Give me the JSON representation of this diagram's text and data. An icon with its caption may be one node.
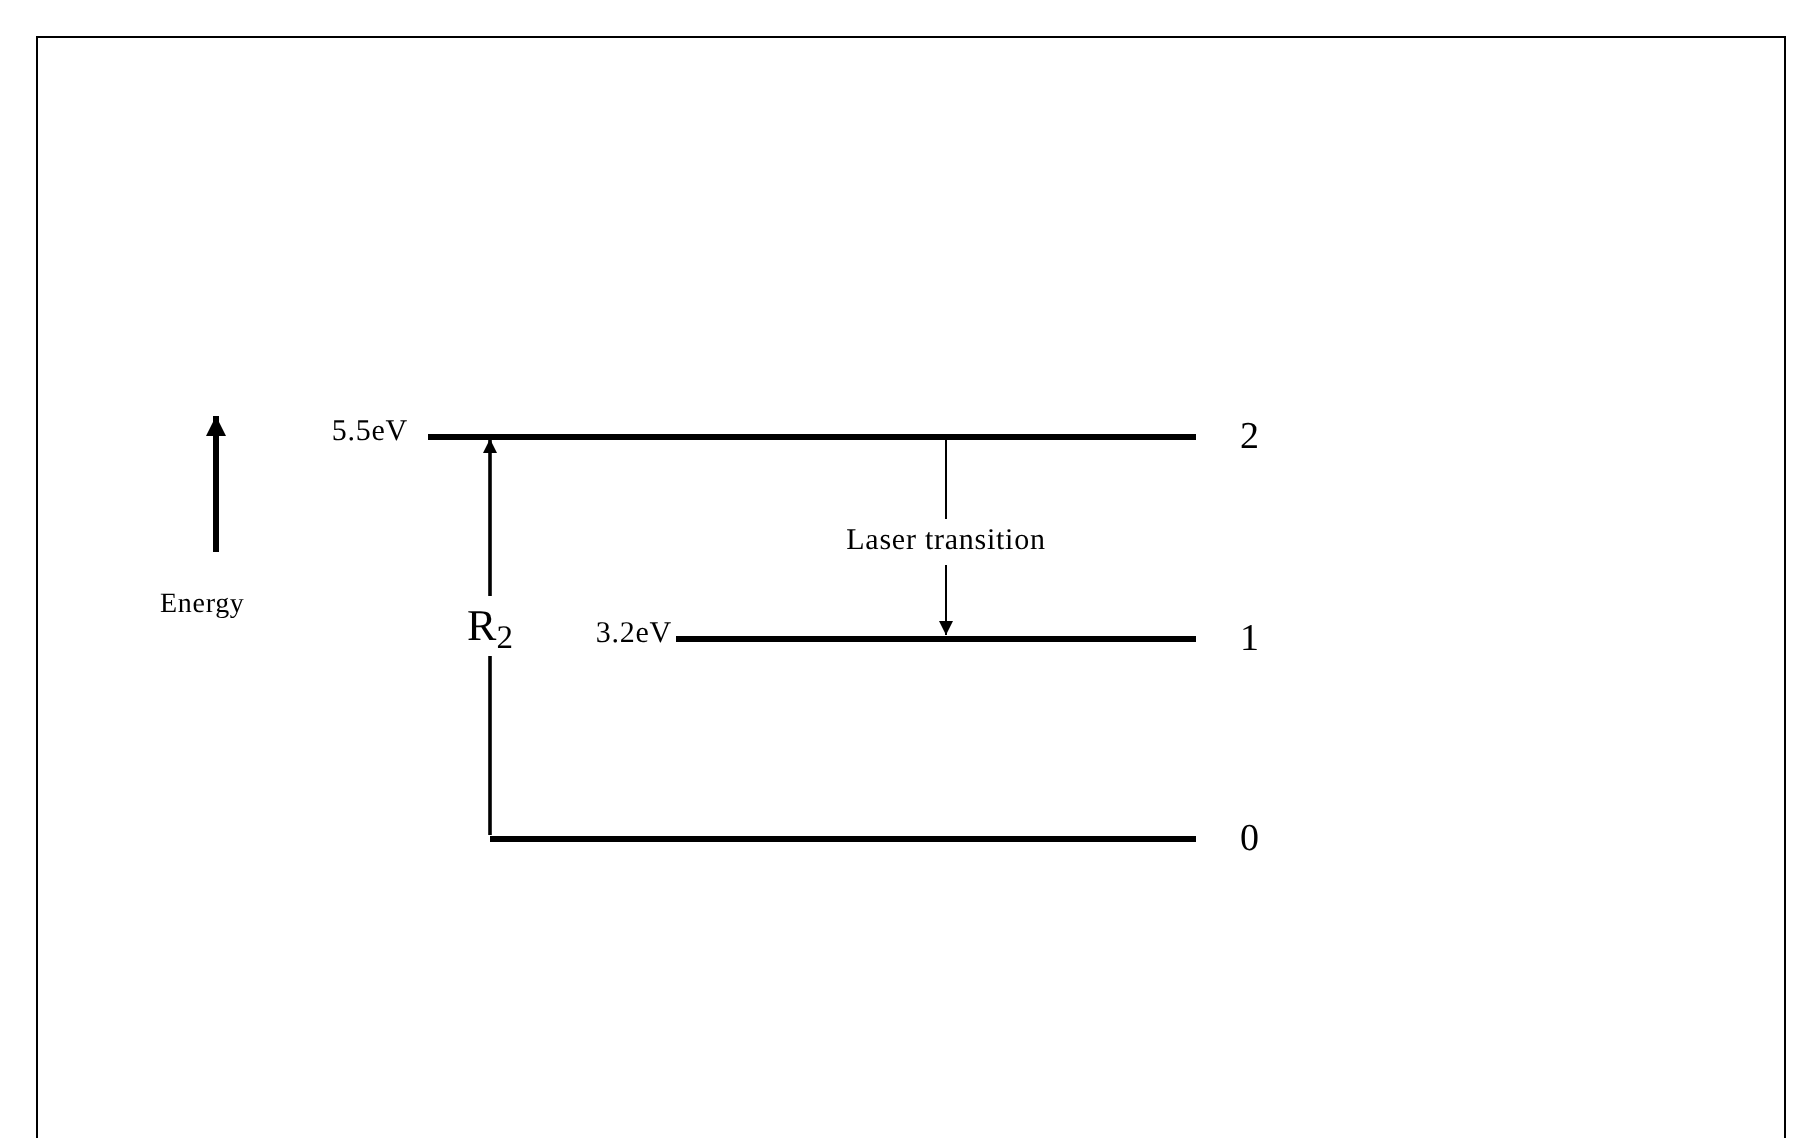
{
  "diagram": {
    "nodes": [
      {
        "text": [],
        "shape": "bar",
        "beside": [
          "5.5eV",
          "2"
        ]
      },
      {
        "text": [],
        "shape": "bar",
        "beside": [
          "3.2eV",
          "1"
        ]
      },
      {
        "text": [],
        "shape": "bar",
        "beside": [
          "0"
        ]
      }
    ],
    "edges": [
      {
        "from": 2,
        "to": 0,
        "arrow": "to",
        "label": "R$_{2}$"
      },
      {
        "from": 0,
        "to": 1,
        "arrow": "to",
        "label": "Laser transition"
      }
    ],
    "labels": [
      "Energy"
    ]
  }
}
